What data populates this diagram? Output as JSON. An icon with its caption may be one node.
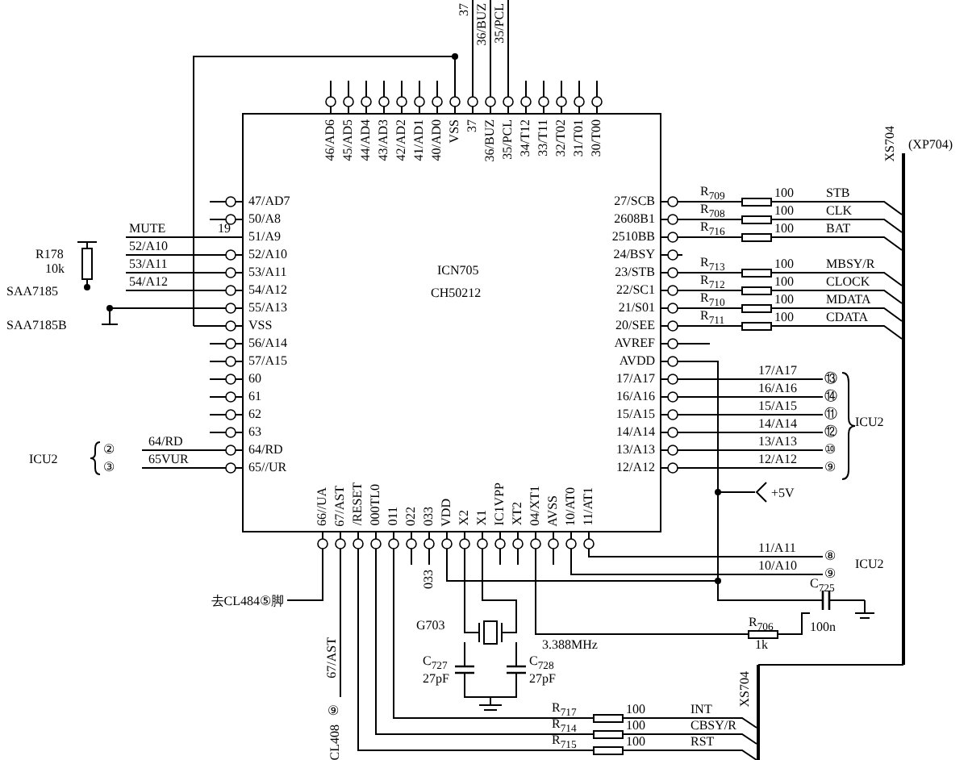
{
  "diagram": {
    "nodes": [
      {
        "text": [
          "ICN705",
          "CH50212"
        ]
      },
      {
        "text": [
          "R178",
          "10k"
        ]
      },
      {
        "text": [
          "R$_{709}$",
          "100"
        ]
      },
      {
        "text": [
          "R$_{708}$",
          "100"
        ]
      },
      {
        "text": [
          "R$_{716}$",
          "100"
        ]
      },
      {
        "text": [
          "R$_{713}$",
          "100"
        ]
      },
      {
        "text": [
          "R$_{712}$",
          "100"
        ]
      },
      {
        "text": [
          "R$_{710}$",
          "100"
        ]
      },
      {
        "text": [
          "R$_{711}$",
          "100"
        ]
      },
      {
        "text": [
          "C$_{725}$",
          "100n"
        ]
      },
      {
        "text": [
          "R$_{706}$",
          "1k"
        ]
      },
      {
        "text": [
          "G703"
        ]
      },
      {
        "text": [
          "C$_{727}$",
          "27pF"
        ]
      },
      {
        "text": [
          "C$_{728}$",
          "27pF"
        ]
      },
      {
        "text": [
          "R$_{717}$",
          "100"
        ]
      },
      {
        "text": [
          "R$_{714}$",
          "100"
        ]
      },
      {
        "text": [
          "R$_{715}$",
          "100"
        ]
      },
      {
        "text": [],
        "shape": "bar",
        "beside": [
          "(XP704)",
          "XS704"
        ]
      },
      {
        "text": [],
        "shape": "bar",
        "beside": [
          "XS704"
        ]
      }
    ],
    "edges": [
      {
        "from": 0,
        "to": 2,
        "arrow": "none"
      },
      {
        "from": 0,
        "to": 3,
        "arrow": "none"
      },
      {
        "from": 0,
        "to": 4,
        "arrow": "none"
      },
      {
        "from": 0,
        "to": 5,
        "arrow": "none"
      },
      {
        "from": 0,
        "to": 6,
        "arrow": "none"
      },
      {
        "from": 0,
        "to": 7,
        "arrow": "none"
      },
      {
        "from": 0,
        "to": 8,
        "arrow": "none"
      },
      {
        "from": 0,
        "to": 10,
        "arrow": "none"
      },
      {
        "from": 10,
        "to": 9,
        "arrow": "none"
      },
      {
        "from": 0,
        "to": 11,
        "arrow": "none"
      },
      {
        "from": 11,
        "to": 12,
        "arrow": "none"
      },
      {
        "from": 11,
        "to": 13,
        "arrow": "none"
      },
      {
        "from": 0,
        "to": 14,
        "arrow": "none"
      },
      {
        "from": 0,
        "to": 15,
        "arrow": "none"
      },
      {
        "from": 0,
        "to": 16,
        "arrow": "none"
      },
      {
        "from": 0,
        "to": 9,
        "arrow": "none"
      },
      {
        "from": 0,
        "to": 11,
        "arrow": "none"
      },
      {
        "from": 12,
        "to": 13,
        "arrow": "none"
      },
      {
        "from": 2,
        "to": 17,
        "arrow": "none"
      },
      {
        "from": 3,
        "to": 17,
        "arrow": "none"
      },
      {
        "from": 4,
        "to": 17,
        "arrow": "none"
      },
      {
        "from": 5,
        "to": 17,
        "arrow": "none"
      },
      {
        "from": 6,
        "to": 17,
        "arrow": "none"
      },
      {
        "from": 7,
        "to": 17,
        "arrow": "none"
      },
      {
        "from": 8,
        "to": 17,
        "arrow": "none"
      },
      {
        "from": 14,
        "to": 18,
        "arrow": "none"
      },
      {
        "from": 15,
        "to": 18,
        "arrow": "none"
      },
      {
        "from": 16,
        "to": 18,
        "arrow": "none"
      },
      {
        "from": 17,
        "to": 18,
        "arrow": "none"
      }
    ],
    "labels": [
      "37",
      "36/BUZ",
      "35/PCL",
      "46/AD6",
      "45/AD5",
      "44/AD4",
      "43/AD3",
      "42/AD2",
      "41/AD1",
      "40/AD0",
      "VSS",
      "37",
      "36/BUZ",
      "35/PCL",
      "34/T12",
      "33/T11",
      "32/T02",
      "31/T01",
      "30/T00",
      "47/AD7",
      "50/A8",
      "51/A9",
      "52/A10",
      "53/A11",
      "54/A12",
      "55/A13",
      "VSS",
      "56/A14",
      "57/A15",
      "60",
      "61",
      "62",
      "63",
      "64/RD",
      "65//UR",
      "MUTE",
      "19",
      "52/A10",
      "53/A11",
      "54/A12",
      "SAA7185",
      "SAA7185B",
      "27/SCB",
      "2608B1",
      "2510BB",
      "24/BSY",
      "23/STB",
      "22/SC1",
      "21/S01",
      "20/SEE",
      "AVREF",
      "AVDD",
      "17/A17",
      "16/A16",
      "15/A15",
      "14/A14",
      "13/A13",
      "12/A12",
      "STB",
      "CLK",
      "BAT",
      "MBSY/R",
      "CLOCK",
      "MDATA",
      "CDATA",
      "17/A17",
      "⑬",
      "16/A16",
      "⑭",
      "15/A15",
      "⑪",
      "14/A14",
      "⑫",
      "13/A13",
      "⑩",
      "12/A12",
      "⑨",
      "ICU2",
      "+5V",
      "ICU2",
      "②",
      "③",
      "64/RD",
      "65VUR",
      "66//UA",
      "67/AST",
      "/RESET",
      "000TL0",
      "011",
      "022",
      "033",
      "VDD",
      "X2",
      "X1",
      "IC1VPP",
      "XT2",
      "04/XT1",
      "AVSS",
      "10/AT0",
      "11/AT1",
      "033",
      "去CL484⑤脚",
      "3.388MHz",
      "11/A11",
      "⑧",
      "10/A10",
      "⑨",
      "ICU2",
      "67/AST",
      "⑨",
      "CL408",
      "INT",
      "CBSY/R",
      "RST"
    ]
  }
}
